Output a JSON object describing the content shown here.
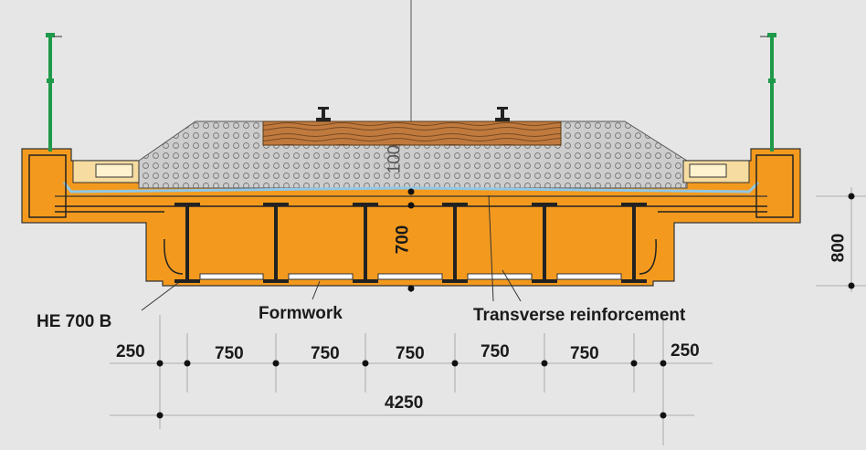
{
  "labels": {
    "he700b": "HE 700 B",
    "formwork": "Formwork",
    "transverse": "Transverse reinforcement"
  },
  "dimensions": {
    "spans": [
      "250",
      "750",
      "750",
      "750",
      "750",
      "750",
      "250"
    ],
    "total": "4250",
    "height_overall": "800",
    "height_beam": "700",
    "height_top": "100"
  },
  "colors": {
    "background": "#e6e6e6",
    "concrete": "#f39a1e",
    "ballast": "#c9c9c9",
    "sleeper": "#b8733a",
    "railing": "#1f9a4a",
    "membrane": "#8fc8e8",
    "steel": "#222222"
  }
}
